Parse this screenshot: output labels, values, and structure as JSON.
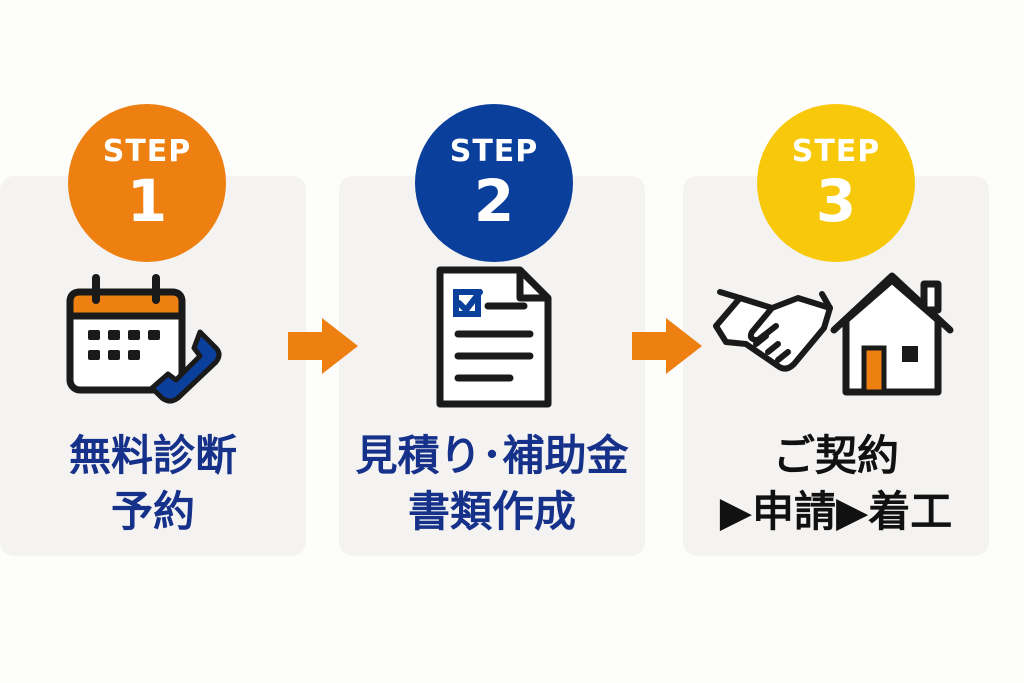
{
  "colors": {
    "step1": "#ee8012",
    "step2": "#0b3f9c",
    "step3": "#f8c80a",
    "arrow": "#ee8012",
    "label_blue": "#16318a",
    "label_dark": "#111111"
  },
  "steps": [
    {
      "badge_word": "STEP",
      "badge_number": "1",
      "icon": "calendar-phone-icon",
      "label_line1": "無料診断",
      "label_line2": "予約"
    },
    {
      "badge_word": "STEP",
      "badge_number": "2",
      "icon": "document-checklist-icon",
      "label_line1": "見積り･補助金",
      "label_line2": "書類作成"
    },
    {
      "badge_word": "STEP",
      "badge_number": "3",
      "icon": "handshake-house-icon",
      "label_line1": "ご契約",
      "label_line2": "▶申請▶着工"
    }
  ]
}
